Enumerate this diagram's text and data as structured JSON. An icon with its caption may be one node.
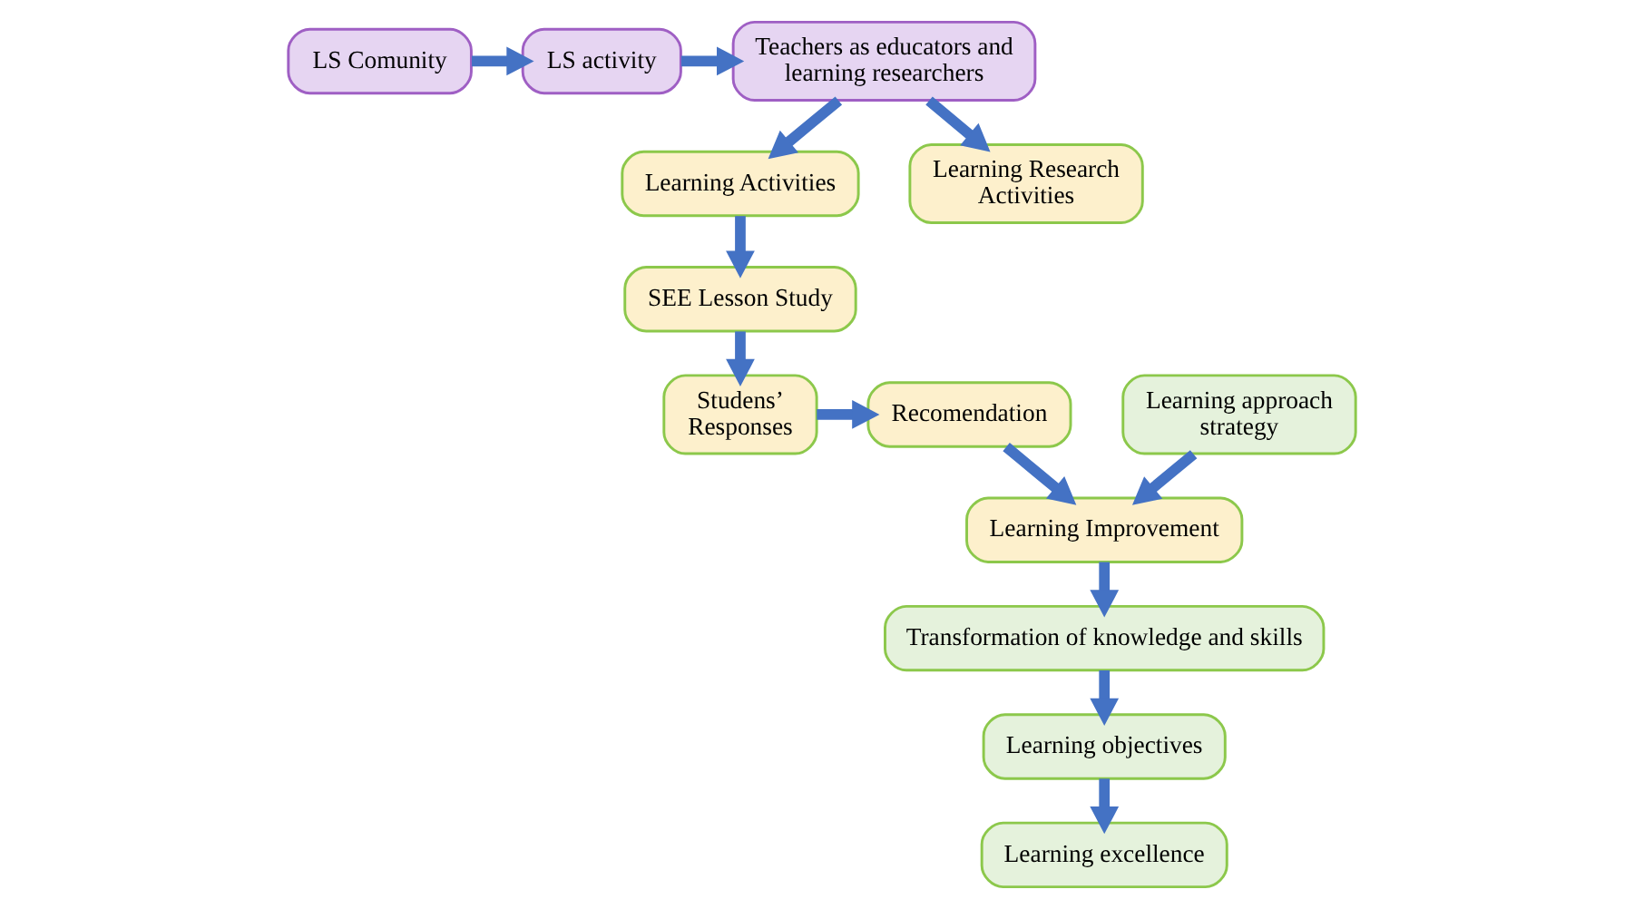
{
  "diagram": {
    "nodes": [
      {
        "text": [
          "Teachers as educators and learning researchers"
        ]
      },
      {
        "text": [
          "LS activity"
        ]
      },
      {
        "text": [
          "LS Comunity"
        ]
      },
      {
        "text": [
          "Learning Activities"
        ]
      },
      {
        "text": [
          "Learning Research Activities"
        ]
      },
      {
        "text": [
          "SEE Lesson Study"
        ]
      },
      {
        "text": [
          "Studens’ Responses"
        ]
      },
      {
        "text": [
          "Recomendation"
        ]
      },
      {
        "text": [
          "Learning approach strategy"
        ]
      },
      {
        "text": [
          "Learning Improvement"
        ]
      },
      {
        "text": [
          "Transformation of knowledge and skills"
        ]
      },
      {
        "text": [
          "Learning objectives"
        ]
      },
      {
        "text": [
          "Learning excellence"
        ]
      }
    ],
    "edges": [
      {
        "from": 2,
        "to": 1,
        "arrow": "to"
      },
      {
        "from": 1,
        "to": 0,
        "arrow": "to"
      },
      {
        "from": 0,
        "to": 3,
        "arrow": "to"
      },
      {
        "from": 0,
        "to": 4,
        "arrow": "to"
      },
      {
        "from": 3,
        "to": 5,
        "arrow": "to"
      },
      {
        "from": 5,
        "to": 6,
        "arrow": "to"
      },
      {
        "from": 6,
        "to": 7,
        "arrow": "to"
      },
      {
        "from": 7,
        "to": 9,
        "arrow": "to"
      },
      {
        "from": 8,
        "to": 9,
        "arrow": "to"
      },
      {
        "from": 9,
        "to": 10,
        "arrow": "to"
      },
      {
        "from": 10,
        "to": 11,
        "arrow": "to"
      },
      {
        "from": 11,
        "to": 12,
        "arrow": "to"
      }
    ]
  }
}
